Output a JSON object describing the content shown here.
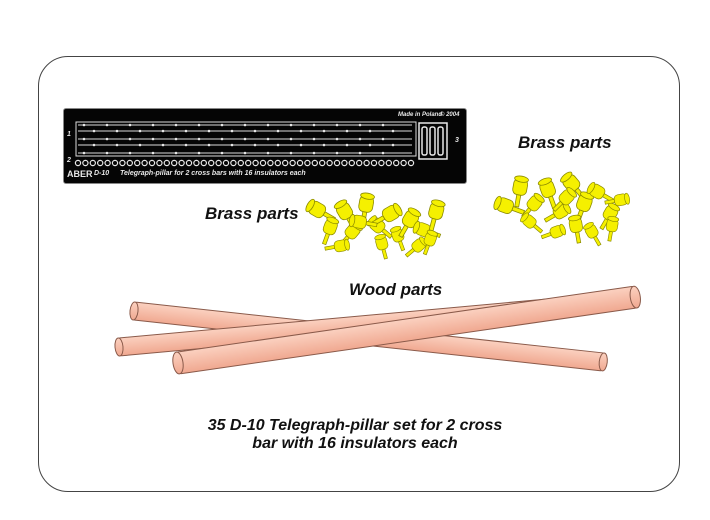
{
  "pe_sheet": {
    "brand": "ABER",
    "code": "D-10",
    "title": "Telegraph-pillar for 2 cross bars with 16 insulators each",
    "origin": "Made in Poland",
    "copyright": "© 2004",
    "part_numbers": [
      "1",
      "2",
      "3"
    ]
  },
  "labels": {
    "brass_right": "Brass parts",
    "brass_left": "Brass parts",
    "wood": "Wood parts"
  },
  "caption": {
    "line1": "35 D-10   Telegraph-pillar set for 2 cross",
    "line2": "bar with 16 insulators each"
  },
  "colors": {
    "brass": "#f5f000",
    "brass_outline": "#8a8a00",
    "wood": "#f7b7a0",
    "wood_outline": "#8a5a4a",
    "sheet": "#050505"
  }
}
